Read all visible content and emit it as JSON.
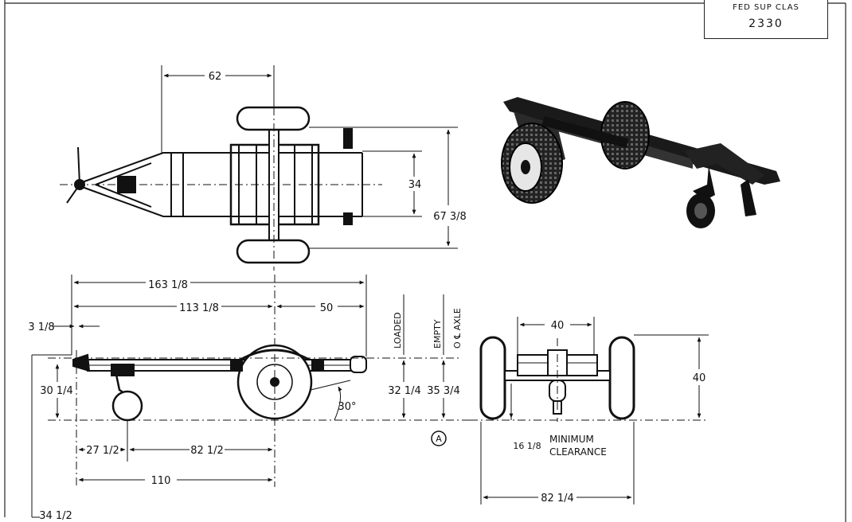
{
  "class_box": {
    "label": "FED SUP CLAS",
    "number": "2330"
  },
  "top_view": {
    "dim_wheel_spacing": "62",
    "dim_frame_width": "34",
    "dim_overall_width": "67 3/8"
  },
  "side_view": {
    "dim_overall_length": "163 1/8",
    "dim_hitch_to_axle": "113 1/8",
    "dim_axle_to_rear": "50",
    "dim_hitch_offset": "3 1/8",
    "dim_hitch_height": "30 1/4",
    "dim_loaded_height": "32 1/4",
    "dim_empty_height": "35 3/4",
    "dim_caster_offset": "27 1/2",
    "dim_caster_to_axle": "82 1/2",
    "dim_wheelbase": "110",
    "dim_bottom_left": "34 1/2",
    "angle": "30°",
    "label_loaded": "LOADED",
    "label_empty": "EMPTY",
    "label_axle": "O ℄ AXLE",
    "label_a": "A"
  },
  "rear_view": {
    "dim_inner": "40",
    "dim_height": "40",
    "dim_clearance_value": "16 1/8",
    "clearance_label_1": "MINIMUM",
    "clearance_label_2": "CLEARANCE",
    "dim_track": "82 1/4"
  }
}
